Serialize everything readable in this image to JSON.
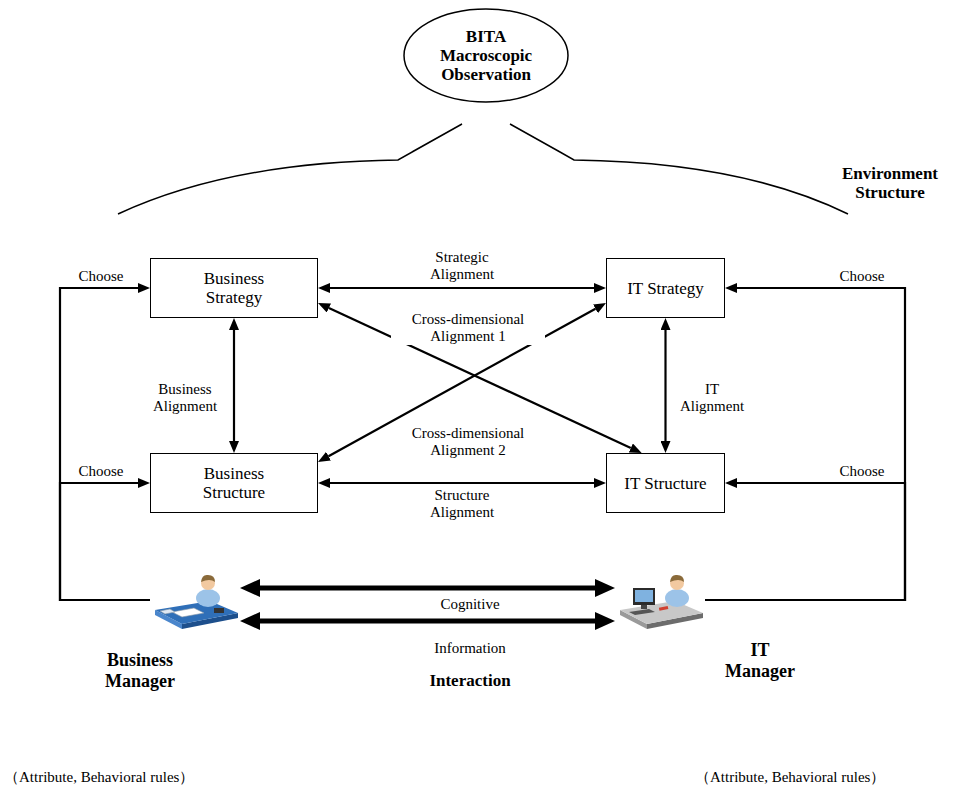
{
  "diagram": {
    "nodes": [
      {
        "text": [
          "BITA Macroscopic Observation"
        ]
      },
      {
        "text": [
          "Business Strategy"
        ]
      },
      {
        "text": [
          "IT Strategy"
        ]
      },
      {
        "text": [
          "Business Structure"
        ]
      },
      {
        "text": [
          "IT Structure"
        ]
      },
      {
        "text": [
          "Business Manager",
          "（Attribute, Behavioral rules）"
        ]
      },
      {
        "text": [
          "IT Manager",
          "（Attribute, Behavioral rules）"
        ]
      }
    ],
    "edges": [
      {
        "from": 1,
        "to": 2,
        "label": "Strategic Alignment",
        "arrow": "both"
      },
      {
        "from": 1,
        "to": 3,
        "label": "Business Alignment",
        "arrow": "both"
      },
      {
        "from": 2,
        "to": 4,
        "label": "IT Alignment",
        "arrow": "both"
      },
      {
        "from": 3,
        "to": 4,
        "label": "Structure Alignment",
        "arrow": "both"
      },
      {
        "from": 1,
        "to": 4,
        "label": "Cross-dimensional Alignment 1",
        "arrow": "both"
      },
      {
        "from": 3,
        "to": 2,
        "label": "Cross-dimensional Alignment 2",
        "arrow": "both"
      },
      {
        "from": 5,
        "to": 1,
        "label": "Choose",
        "arrow": "to"
      },
      {
        "from": 5,
        "to": 3,
        "label": "Choose",
        "arrow": "to"
      },
      {
        "from": 6,
        "to": 2,
        "label": "Choose",
        "arrow": "to"
      },
      {
        "from": 6,
        "to": 4,
        "label": "Choose",
        "arrow": "to"
      },
      {
        "from": 5,
        "to": 6,
        "label": "Cognitive",
        "arrow": "both"
      },
      {
        "from": 5,
        "to": 6,
        "label": "Information",
        "arrow": "both"
      }
    ],
    "labels": [
      "Environment Structure",
      "Interaction"
    ]
  }
}
